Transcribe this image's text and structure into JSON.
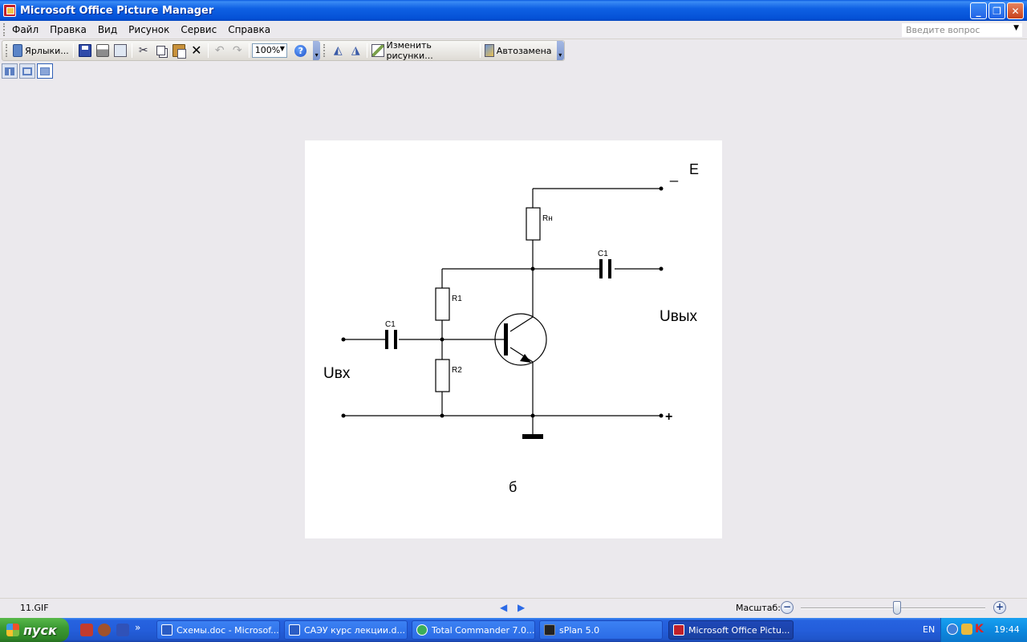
{
  "window": {
    "title": "Microsoft Office Picture Manager"
  },
  "menu": {
    "items": [
      "Файл",
      "Правка",
      "Вид",
      "Рисунок",
      "Сервис",
      "Справка"
    ],
    "ask_placeholder": "Введите вопрос"
  },
  "toolbar": {
    "shortcuts_label": "Ярлыки...",
    "zoom_value": "100%",
    "edit_pictures_label": "Изменить рисунки...",
    "autocorrect_label": "Автозамена"
  },
  "diagram": {
    "labels": {
      "minus": "_",
      "e": "E",
      "rn": "Rн",
      "c1_top": "C1",
      "r1": "R1",
      "c1_left": "C1",
      "r2": "R2",
      "u_out": "Uвых",
      "u_in": "Uвх",
      "plus": "+",
      "caption": "б"
    }
  },
  "statusbar": {
    "file_name": "11.GIF",
    "zoom_label": "Масштаб:",
    "zoom_fraction": 0.52
  },
  "taskbar": {
    "start_label": "пуск",
    "tasks": [
      "Схемы.doc - Microsof...",
      "САЭУ курс лекции.d...",
      "Total Commander 7.0...",
      "sPlan 5.0",
      "Microsoft Office Pictu..."
    ],
    "lang": "EN",
    "clock": "19:44"
  },
  "colors": {
    "title_bar": "#0451d6",
    "taskbar": "#245edb",
    "start_button": "#3c9a33"
  }
}
